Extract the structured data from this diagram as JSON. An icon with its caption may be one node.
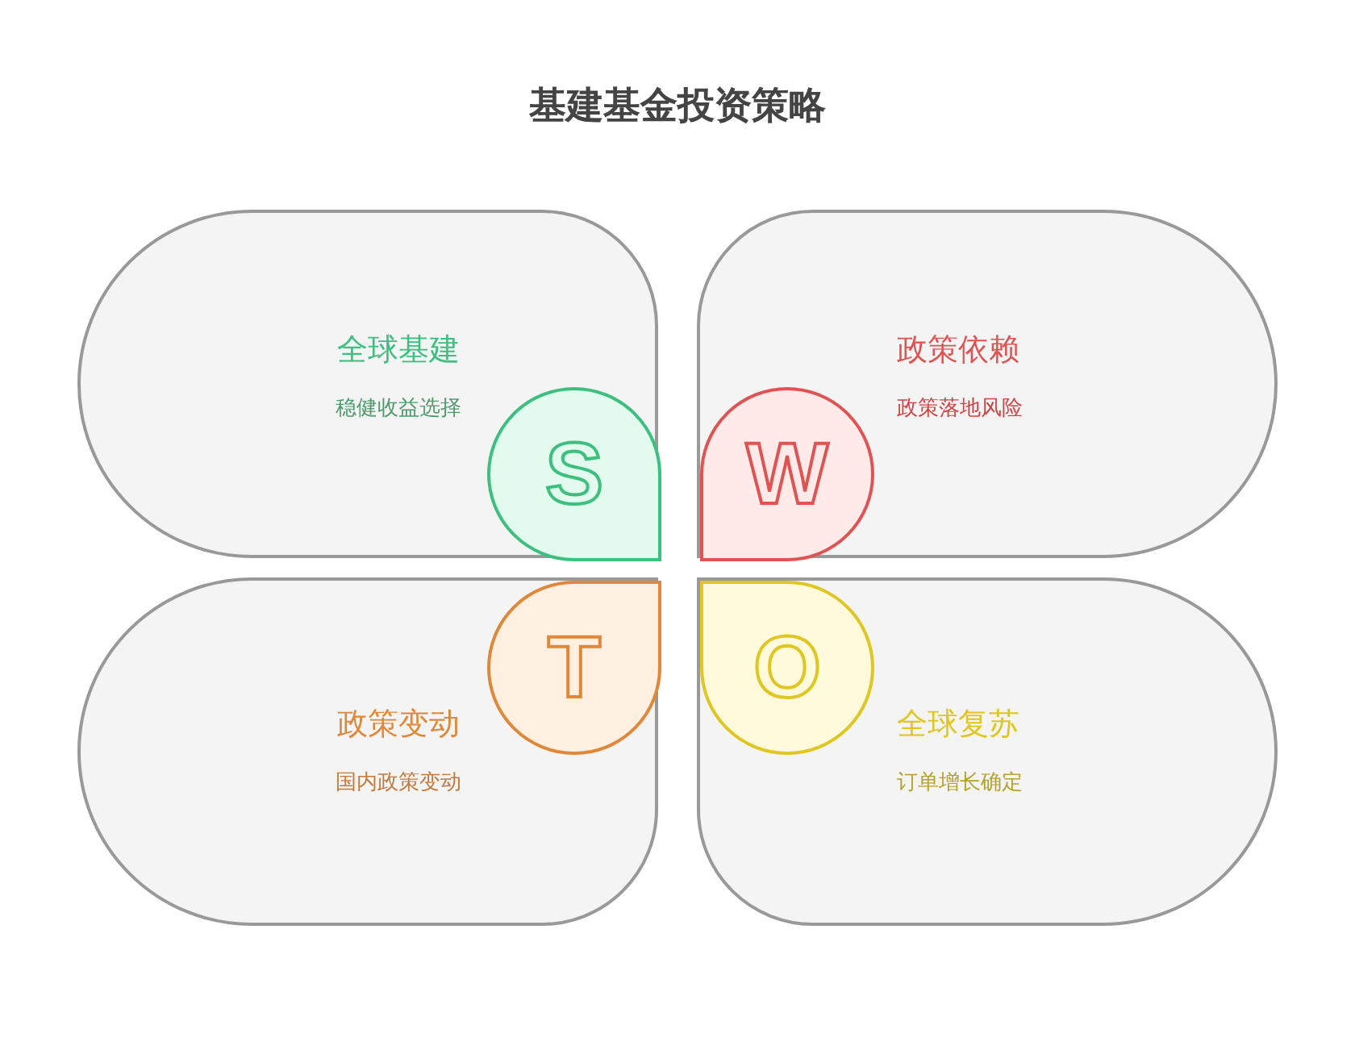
{
  "diagram": {
    "title": "基建基金投资策略",
    "nodes": [
      {
        "text": [
          "全球基建",
          "稳健收益选择"
        ]
      },
      {
        "text": [
          "S"
        ],
        "in": 0
      },
      {
        "text": [
          "政策依赖",
          "政策落地风险"
        ]
      },
      {
        "text": [
          "W"
        ],
        "in": 2
      },
      {
        "text": [
          "政策变动",
          "国内政策变动"
        ]
      },
      {
        "text": [
          "T"
        ],
        "in": 4
      },
      {
        "text": [
          "全球复苏",
          "订单增长确定"
        ]
      },
      {
        "text": [
          "O"
        ],
        "in": 6
      }
    ]
  }
}
